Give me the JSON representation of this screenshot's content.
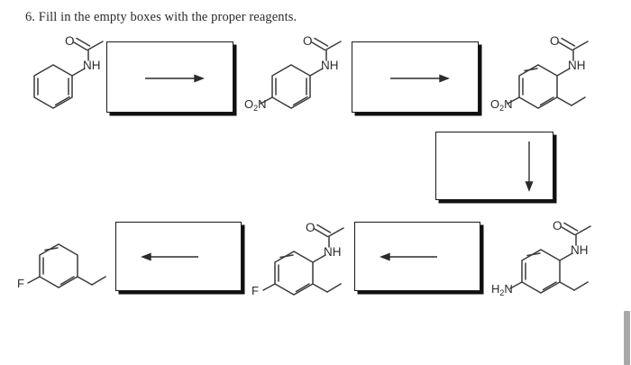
{
  "document": {
    "question_number": "6.",
    "title": "6. Fill in the empty boxes with the proper reagents.",
    "background_color": "#ffffff",
    "bond_color": "#3a3a3a",
    "box_border_color": "#1a1a1a",
    "box_shadow_color": "#111111"
  },
  "scheme": {
    "type": "synthesis-scheme",
    "rows": 2,
    "molecules": [
      {
        "id": "mol-1",
        "position": "top-left",
        "name": "acetanilide",
        "labels": [
          "NH",
          "O"
        ],
        "substituents": [],
        "ring": "benzene"
      },
      {
        "id": "mol-2",
        "position": "top-middle",
        "name": "4-nitroacetanilide",
        "labels": [
          "NH",
          "O",
          "O2N"
        ],
        "substituents": [
          "nitro"
        ],
        "ring": "benzene"
      },
      {
        "id": "mol-3",
        "position": "top-right",
        "name": "2-ethyl-4-nitroacetanilide",
        "labels": [
          "NH",
          "O",
          "O2N"
        ],
        "substituents": [
          "nitro",
          "ethyl"
        ],
        "ring": "benzene"
      },
      {
        "id": "mol-4",
        "position": "bottom-right",
        "name": "4-amino-2-ethylacetanilide",
        "labels": [
          "NH",
          "O",
          "H2N"
        ],
        "substituents": [
          "amino",
          "ethyl"
        ],
        "ring": "benzene"
      },
      {
        "id": "mol-5",
        "position": "bottom-middle",
        "name": "2-ethyl-4-fluoroacetanilide",
        "labels": [
          "NH",
          "O",
          "F"
        ],
        "substituents": [
          "fluoro",
          "ethyl"
        ],
        "ring": "benzene"
      },
      {
        "id": "mol-6",
        "position": "bottom-left",
        "name": "1-ethyl-3-fluorobenzene",
        "labels": [
          "F"
        ],
        "substituents": [
          "fluoro",
          "ethyl"
        ],
        "ring": "benzene"
      }
    ],
    "boxes": [
      {
        "id": "box-1",
        "position": "top-left",
        "arrow_direction": "right",
        "content": "",
        "placeholder": ""
      },
      {
        "id": "box-2",
        "position": "top-middle",
        "arrow_direction": "right",
        "content": "",
        "placeholder": ""
      },
      {
        "id": "box-3",
        "position": "middle-right",
        "arrow_direction": "down",
        "content": "",
        "placeholder": ""
      },
      {
        "id": "box-4",
        "position": "bottom-middle",
        "arrow_direction": "left",
        "content": "",
        "placeholder": ""
      },
      {
        "id": "box-5",
        "position": "bottom-left",
        "arrow_direction": "left",
        "content": "",
        "placeholder": ""
      }
    ]
  },
  "atom_labels": {
    "nh": "NH",
    "o": "O",
    "f": "F",
    "nitro_main": "O",
    "nitro_sub": "2",
    "nitro_n": "N",
    "amino_main": "H",
    "amino_sub": "2",
    "amino_n": "N"
  },
  "scrollbar": {
    "visible": true,
    "orientation": "vertical",
    "position": "right"
  }
}
